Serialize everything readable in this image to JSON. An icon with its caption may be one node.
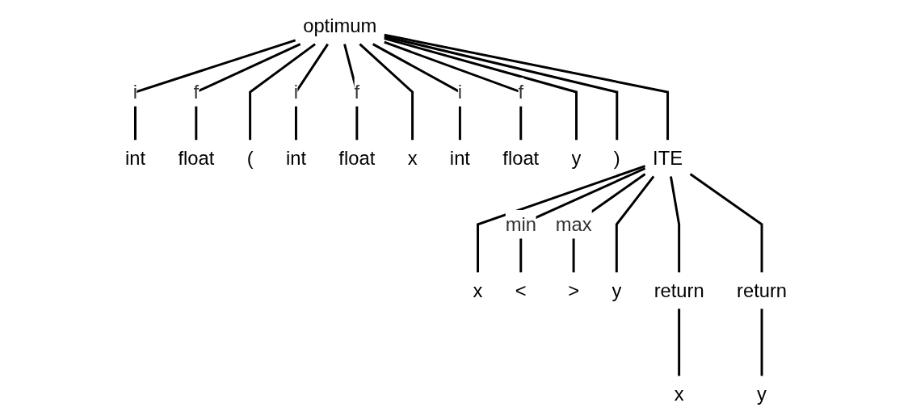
{
  "diagram": {
    "nodes": [
      {
        "text": [
          "optimum"
        ]
      },
      {
        "text": [
          "int"
        ]
      },
      {
        "text": [
          "float"
        ]
      },
      {
        "text": [
          "("
        ]
      },
      {
        "text": [
          "int"
        ]
      },
      {
        "text": [
          "float"
        ]
      },
      {
        "text": [
          "x"
        ]
      },
      {
        "text": [
          "int"
        ]
      },
      {
        "text": [
          "float"
        ]
      },
      {
        "text": [
          "y"
        ]
      },
      {
        "text": [
          ")"
        ]
      },
      {
        "text": [
          "ITE"
        ]
      },
      {
        "text": [
          "x"
        ]
      },
      {
        "text": [
          "<"
        ]
      },
      {
        "text": [
          ">"
        ]
      },
      {
        "text": [
          "y"
        ]
      },
      {
        "text": [
          "return"
        ]
      },
      {
        "text": [
          "return"
        ]
      },
      {
        "text": [
          "x"
        ]
      },
      {
        "text": [
          "y"
        ]
      }
    ],
    "edges": [
      {
        "from": 0,
        "to": 1,
        "arrow": "none",
        "label": "i"
      },
      {
        "from": 0,
        "to": 2,
        "arrow": "none",
        "label": "f"
      },
      {
        "from": 0,
        "to": 3,
        "arrow": "none"
      },
      {
        "from": 0,
        "to": 4,
        "arrow": "none",
        "label": "i"
      },
      {
        "from": 0,
        "to": 5,
        "arrow": "none",
        "label": "f"
      },
      {
        "from": 0,
        "to": 6,
        "arrow": "none"
      },
      {
        "from": 0,
        "to": 7,
        "arrow": "none",
        "label": "i"
      },
      {
        "from": 0,
        "to": 8,
        "arrow": "none",
        "label": "f"
      },
      {
        "from": 0,
        "to": 9,
        "arrow": "none"
      },
      {
        "from": 0,
        "to": 10,
        "arrow": "none"
      },
      {
        "from": 0,
        "to": 11,
        "arrow": "none"
      },
      {
        "from": 11,
        "to": 12,
        "arrow": "none"
      },
      {
        "from": 11,
        "to": 13,
        "arrow": "none",
        "label": "min"
      },
      {
        "from": 11,
        "to": 14,
        "arrow": "none",
        "label": "max"
      },
      {
        "from": 11,
        "to": 15,
        "arrow": "none"
      },
      {
        "from": 11,
        "to": 16,
        "arrow": "none"
      },
      {
        "from": 11,
        "to": 17,
        "arrow": "none"
      },
      {
        "from": 16,
        "to": 18,
        "arrow": "none"
      },
      {
        "from": 17,
        "to": 19,
        "arrow": "none"
      }
    ]
  }
}
